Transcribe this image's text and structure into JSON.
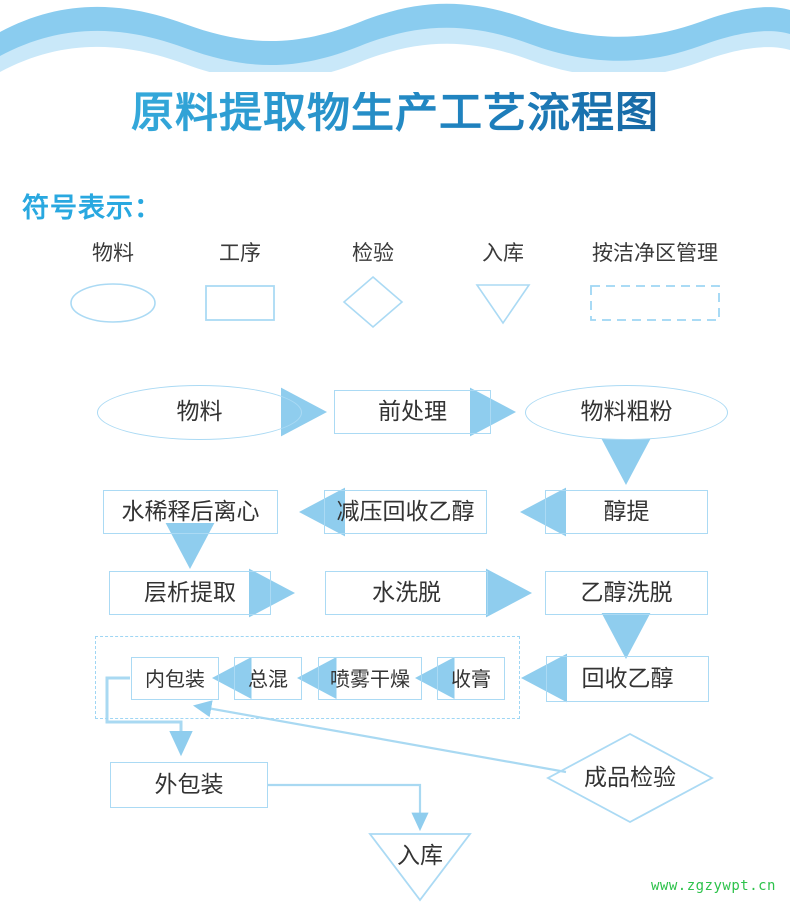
{
  "title": "原料提取物生产工艺流程图",
  "legend": {
    "label": "符号表示：",
    "items": [
      {
        "text": "物料",
        "shape": "ellipse",
        "icon": "ellipse-icon"
      },
      {
        "text": "工序",
        "shape": "rect",
        "icon": "rectangle-icon"
      },
      {
        "text": "检验",
        "shape": "diamond",
        "icon": "diamond-icon"
      },
      {
        "text": "入库",
        "shape": "triangle",
        "icon": "triangle-down-icon"
      },
      {
        "text": "按洁净区管理",
        "shape": "dashed-rect",
        "icon": "dashed-rectangle-icon"
      }
    ]
  },
  "flow": {
    "nodes": [
      {
        "id": "wuliao",
        "text": "物料",
        "shape": "ellipse"
      },
      {
        "id": "qianchuli",
        "text": "前处理",
        "shape": "rect"
      },
      {
        "id": "wuliaocufen",
        "text": "物料粗粉",
        "shape": "ellipse"
      },
      {
        "id": "chunti",
        "text": "醇提",
        "shape": "rect"
      },
      {
        "id": "jianyahuishouyichun",
        "text": "减压回收乙醇",
        "shape": "rect"
      },
      {
        "id": "shuixishihouli",
        "text": "水稀释后离心",
        "shape": "rect"
      },
      {
        "id": "cengxitiqu",
        "text": "层析提取",
        "shape": "rect"
      },
      {
        "id": "shuixituo",
        "text": "水洗脱",
        "shape": "rect"
      },
      {
        "id": "yichunxituo",
        "text": "乙醇洗脱",
        "shape": "rect"
      },
      {
        "id": "huishouyichun",
        "text": "回收乙醇",
        "shape": "rect"
      },
      {
        "id": "shougao",
        "text": "收膏",
        "shape": "rect"
      },
      {
        "id": "penwuganzao",
        "text": "喷雾干燥",
        "shape": "rect"
      },
      {
        "id": "zonghun",
        "text": "总混",
        "shape": "rect"
      },
      {
        "id": "neibaozhuang",
        "text": "内包装",
        "shape": "rect"
      },
      {
        "id": "waibaozhuang",
        "text": "外包装",
        "shape": "rect"
      },
      {
        "id": "ruku",
        "text": "入库",
        "shape": "triangle"
      },
      {
        "id": "chengpinjianyan",
        "text": "成品检验",
        "shape": "diamond"
      }
    ],
    "clean_area_note": "按洁净区管理"
  },
  "watermark": "www.zgzywpt.cn",
  "colors": {
    "line": "#ABDAF4",
    "arrow": "#8FCDEE",
    "title_start": "#3FB8E4",
    "title_end": "#1878B5",
    "legend_label": "#29A8E0",
    "wave_dark": "#8ACCEF",
    "wave_light": "#C9E8F9",
    "text": "#333333",
    "watermark": "#2DC24B"
  }
}
